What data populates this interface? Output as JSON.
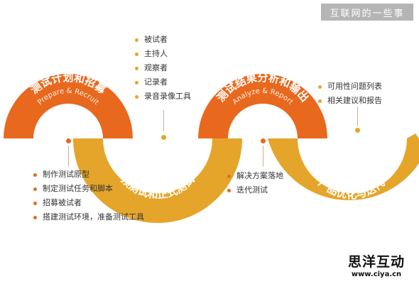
{
  "badge": {
    "text": "互联网的一些事"
  },
  "stages": [
    {
      "title": "测试计划和招募",
      "subtitle": "Prepare & Recruit",
      "color": "#e8681e",
      "items": [
        "制作测试原型",
        "制定测试任务和脚本",
        "招募被试者",
        "搭建测试环境，准备测试工具"
      ]
    },
    {
      "title": "预测试和正式测试",
      "subtitle": "Pilot & Test",
      "color": "#e5a52a",
      "items": [
        "被试者",
        "主持人",
        "观察者",
        "记录者",
        "录音录像工具"
      ]
    },
    {
      "title": "测试结果分析和输出",
      "subtitle": "Analyze & Report",
      "color": "#e8681e",
      "items": [
        "解决方案落地",
        "迭代测试"
      ]
    },
    {
      "title": "产品优化与迭代",
      "subtitle": "Improve & Iterate",
      "color": "#e5a52a",
      "items": [
        "可用性问题列表",
        "相关建议和报告"
      ]
    }
  ],
  "watermark": {
    "name": "思洋互动",
    "url": "www.ciya.cn"
  }
}
